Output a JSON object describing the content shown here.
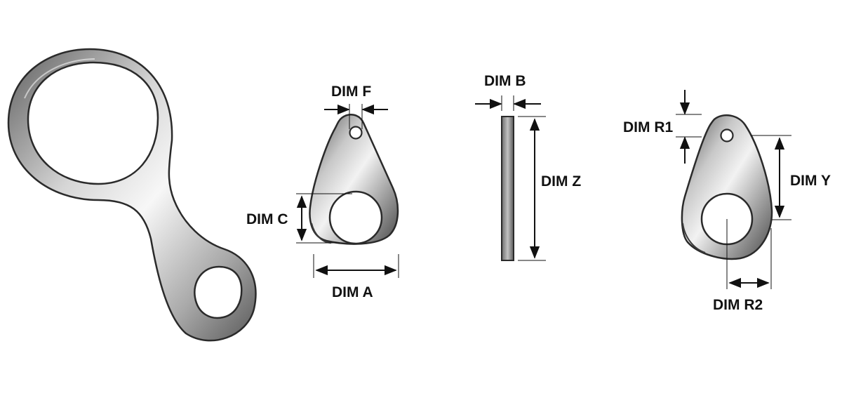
{
  "labels": {
    "dim_f": "DIM F",
    "dim_c": "DIM C",
    "dim_a": "DIM A",
    "dim_b": "DIM B",
    "dim_z": "DIM Z",
    "dim_r1": "DIM R1",
    "dim_y": "DIM Y",
    "dim_r2": "DIM R2"
  },
  "colors": {
    "metal_light": "#f4f4f4",
    "metal_mid": "#b9b9b9",
    "metal_dark": "#5d5d5d",
    "outline": "#2a2a2a",
    "dimension_line": "#111111"
  }
}
